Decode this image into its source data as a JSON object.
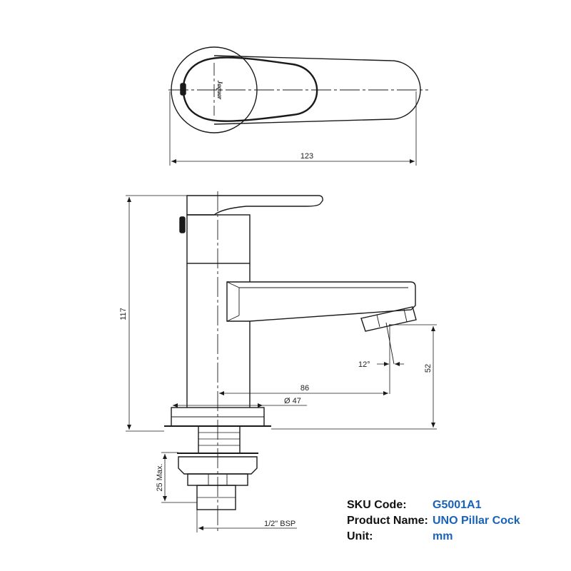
{
  "drawing": {
    "brand_mark": "Jaquar",
    "dimensions": {
      "width_top_view": "123",
      "overall_height": "117",
      "spout_height": "52",
      "spout_reach": "86",
      "flange_diameter": "Ø 47",
      "spout_angle": "12°",
      "max_thread_length": "25 Max.",
      "connection_thread": "1/2\" BSP"
    }
  },
  "spec": {
    "rows": [
      {
        "label": "SKU Code:",
        "value": "G5001A1"
      },
      {
        "label": "Product Name:",
        "value": "UNO Pillar Cock"
      },
      {
        "label": "Unit:",
        "value": "mm"
      }
    ]
  },
  "colors": {
    "line": "#1a1a1a",
    "label_text": "#111111",
    "value_text": "#1a62b8"
  }
}
